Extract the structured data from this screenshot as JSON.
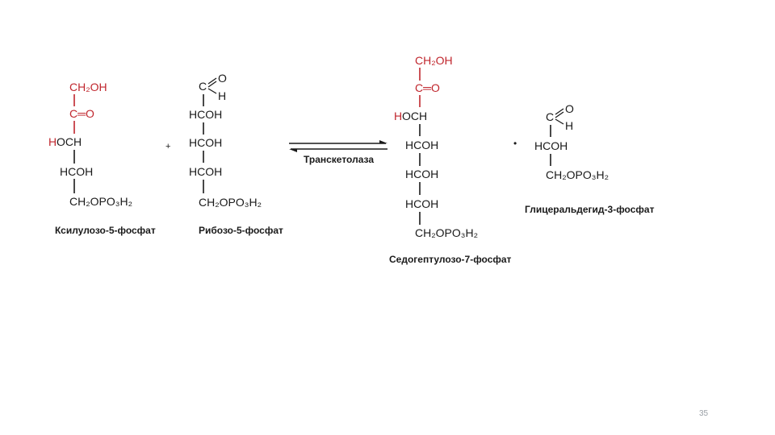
{
  "colors": {
    "ink": "#1a1a1a",
    "highlight": "#c0262d",
    "muted": "#9aa0a6"
  },
  "arrow_label": "Транскетолаза",
  "plus_sign": "+",
  "dot_sign": "•",
  "page_number": "35",
  "molecules": [
    {
      "id": "xylulose",
      "caption": "Ксилулозо-5-фосфат",
      "lines": [
        {
          "text": "CH₂OH",
          "color": "red"
        },
        {
          "text": "C═O",
          "color": "red"
        },
        {
          "prefix": "H",
          "text": "OCH",
          "color": "black"
        },
        {
          "text": "HCOH",
          "color": "black"
        },
        {
          "text": "CH₂OPO₃H₂",
          "color": "black"
        }
      ]
    },
    {
      "id": "ribose",
      "caption": "Рибозо-5-фосфат",
      "aldehyde": {
        "c": "C",
        "o": "O",
        "h": "H"
      },
      "lines": [
        {
          "text": "HCOH"
        },
        {
          "text": "HCOH"
        },
        {
          "text": "HCOH"
        },
        {
          "text": "CH₂OPO₃H₂"
        }
      ]
    },
    {
      "id": "sedoheptulose",
      "caption": "Седогептулозо-7-фосфат",
      "lines": [
        {
          "text": "CH₂OH",
          "color": "red"
        },
        {
          "text": "C═O",
          "color": "red"
        },
        {
          "prefix": "H",
          "text": "OCH",
          "color": "black"
        },
        {
          "text": "HCOH",
          "color": "black"
        },
        {
          "text": "HCOH",
          "color": "black"
        },
        {
          "text": "HCOH",
          "color": "black"
        },
        {
          "text": "CH₂OPO₃H₂",
          "color": "black"
        }
      ]
    },
    {
      "id": "glyceraldehyde",
      "caption": "Глицеральдегид-3-фосфат",
      "aldehyde": {
        "c": "C",
        "o": "O",
        "h": "H"
      },
      "lines": [
        {
          "text": "HCOH"
        },
        {
          "text": "CH₂OPO₃H₂"
        }
      ]
    }
  ]
}
